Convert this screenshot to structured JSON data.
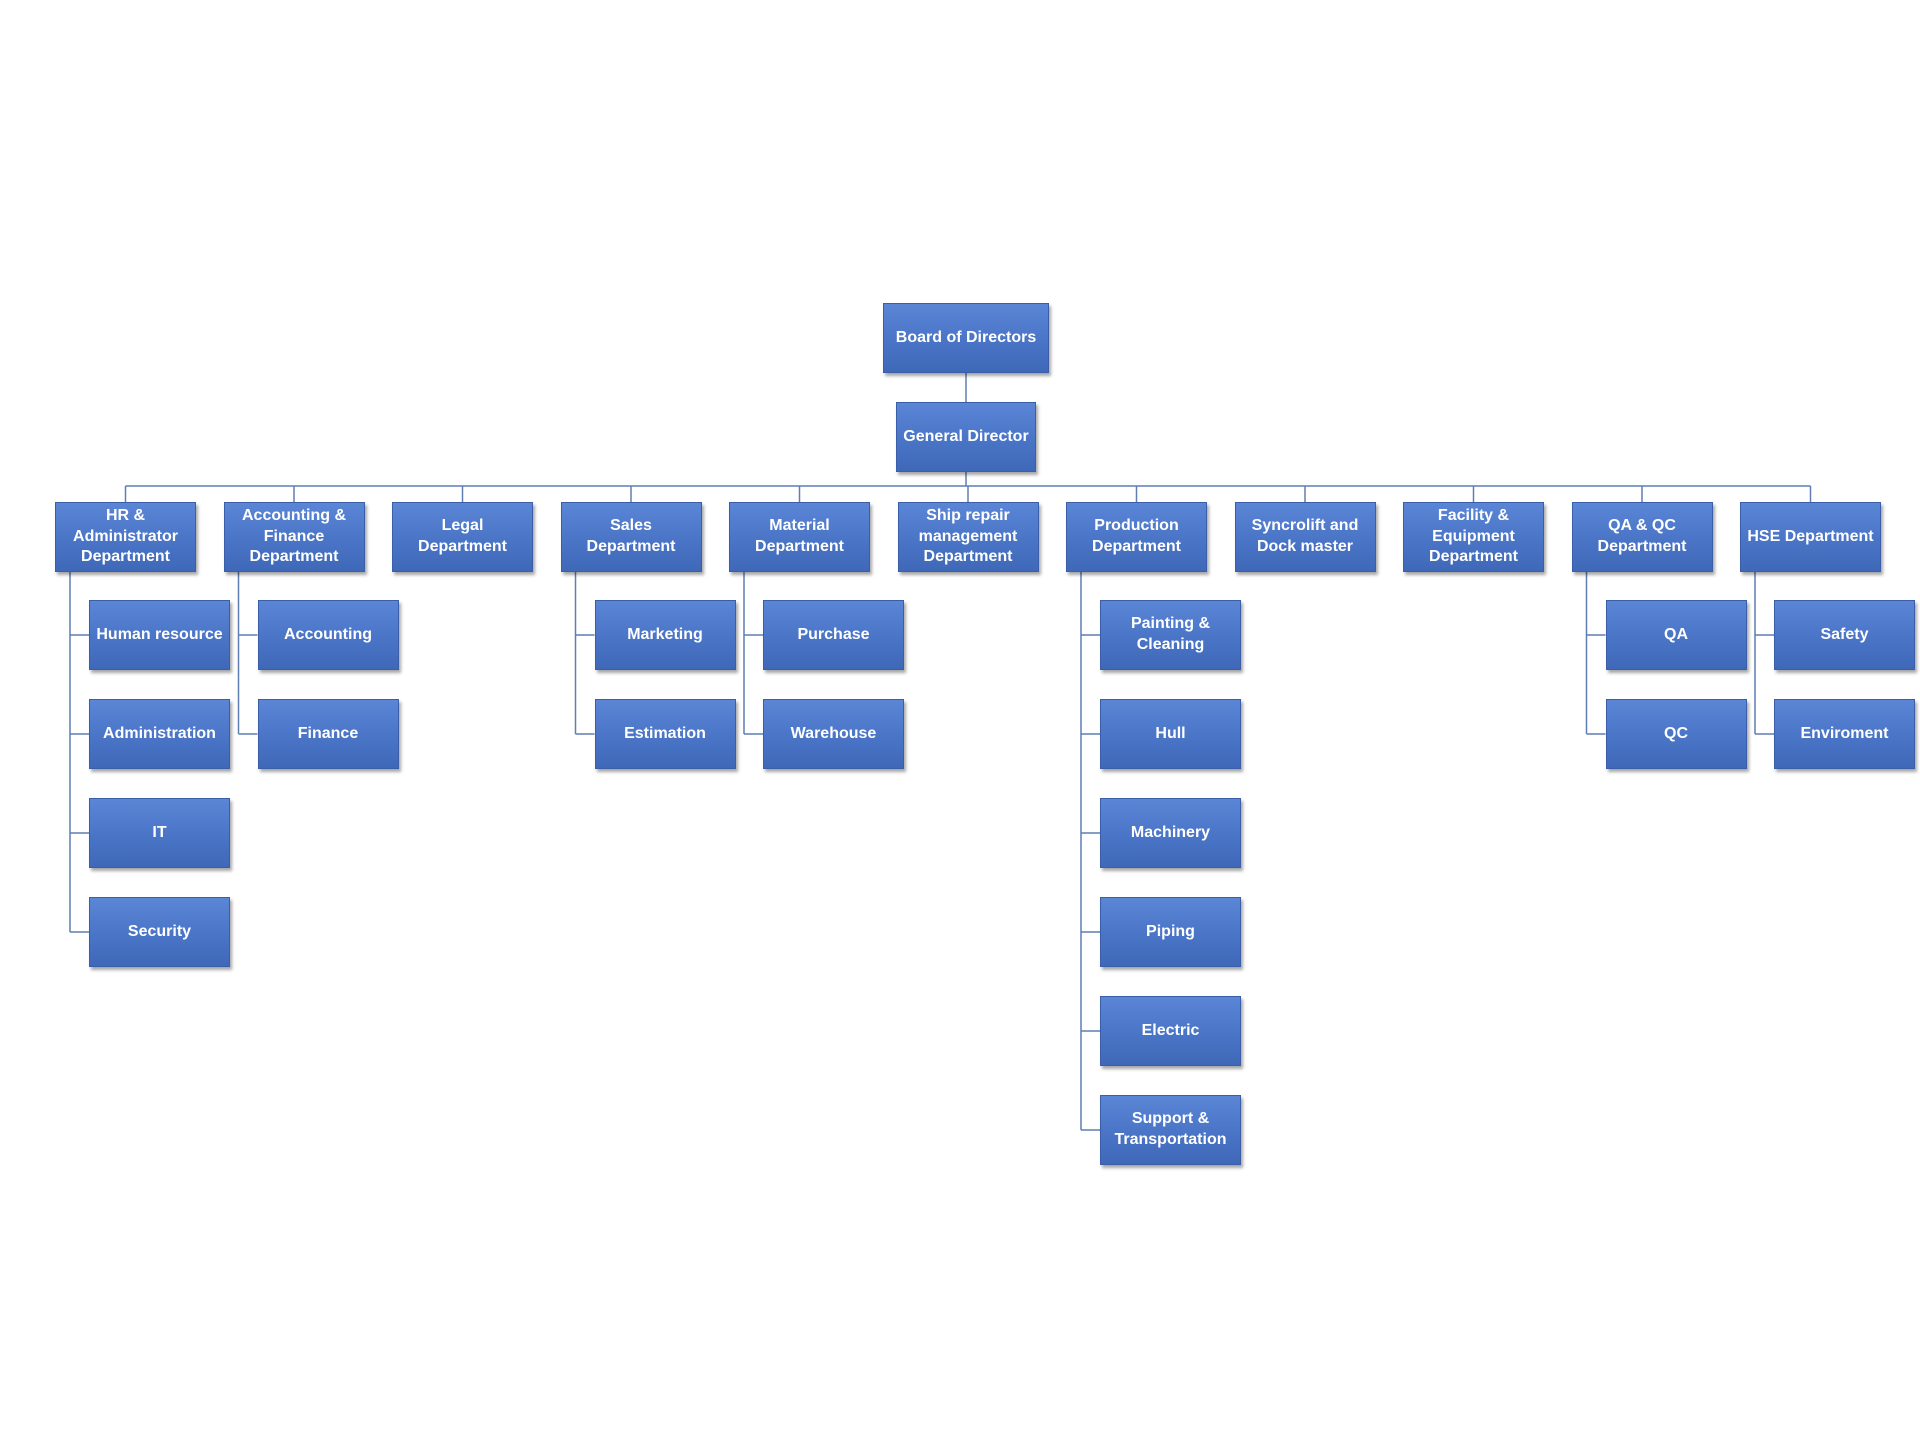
{
  "colors": {
    "node_fill": "#4a74c6",
    "node_border": "#3a5fa8",
    "node_text": "#ffffff",
    "connector": "#5f7fb4",
    "background": "#ffffff"
  },
  "org": {
    "board": "Board of Directors",
    "general_director": "General Director",
    "departments": [
      {
        "name": "HR & Administrator Department",
        "children": [
          "Human resource",
          "Administration",
          "IT",
          "Security"
        ]
      },
      {
        "name": "Accounting & Finance Department",
        "children": [
          "Accounting",
          "Finance"
        ]
      },
      {
        "name": "Legal Department",
        "children": []
      },
      {
        "name": "Sales Department",
        "children": [
          "Marketing",
          "Estimation"
        ]
      },
      {
        "name": "Material Department",
        "children": [
          "Purchase",
          "Warehouse"
        ]
      },
      {
        "name": "Ship repair management Department",
        "children": []
      },
      {
        "name": "Production Department",
        "children": [
          "Painting & Cleaning",
          "Hull",
          "Machinery",
          "Piping",
          "Electric",
          "Support & Transportation"
        ]
      },
      {
        "name": "Syncrolift and Dock master",
        "children": []
      },
      {
        "name": "Facility & Equipment Department",
        "children": []
      },
      {
        "name": "QA & QC Department",
        "children": [
          "QA",
          "QC"
        ]
      },
      {
        "name": "HSE Department",
        "children": [
          "Safety",
          "Enviroment"
        ]
      }
    ]
  }
}
